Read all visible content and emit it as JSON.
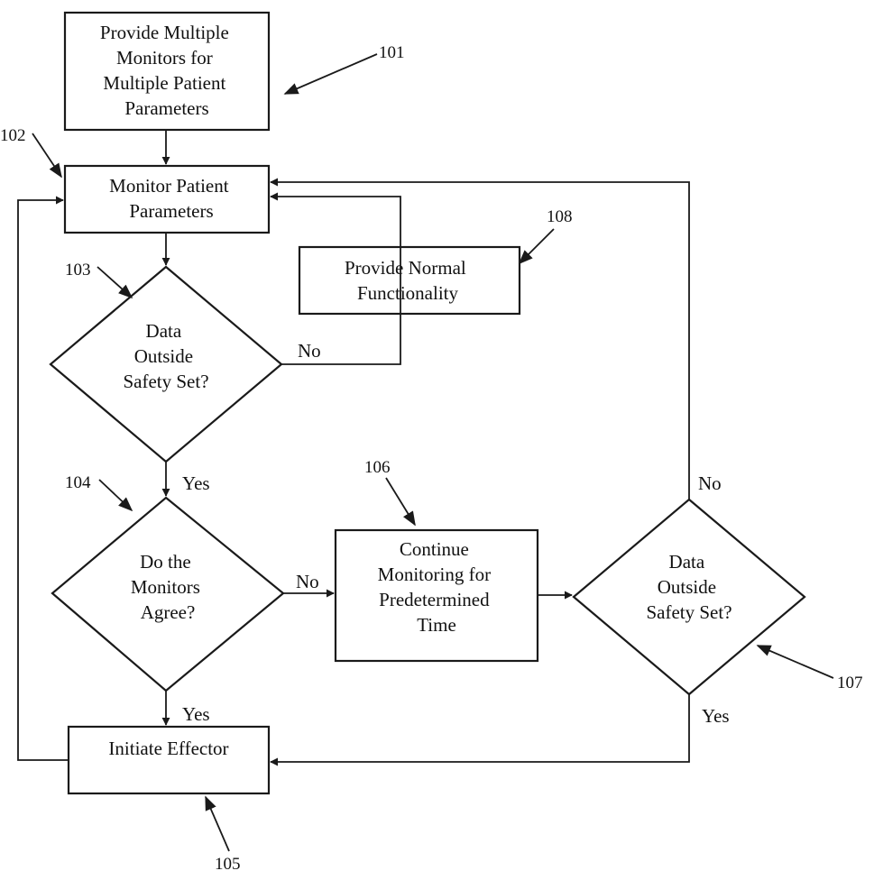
{
  "nodes": {
    "n101": {
      "ref": "101",
      "lines": [
        "Provide Multiple",
        "Monitors for",
        "Multiple Patient",
        "Parameters"
      ]
    },
    "n102": {
      "ref": "102",
      "lines": [
        "Monitor Patient",
        "Parameters"
      ]
    },
    "n103": {
      "ref": "103",
      "lines": [
        "Data",
        "Outside",
        "Safety Set?"
      ]
    },
    "n104": {
      "ref": "104",
      "lines": [
        "Do the",
        "Monitors",
        "Agree?"
      ]
    },
    "n105": {
      "ref": "105",
      "lines": [
        "Initiate Effector"
      ]
    },
    "n106": {
      "ref": "106",
      "lines": [
        "Continue",
        "Monitoring for",
        "Predetermined",
        "Time"
      ]
    },
    "n107": {
      "ref": "107",
      "lines": [
        "Data",
        "Outside",
        "Safety Set?"
      ]
    },
    "n108": {
      "ref": "108",
      "lines": [
        "Provide Normal",
        "Functionality"
      ]
    }
  },
  "edges": {
    "e103_no": "No",
    "e103_yes": "Yes",
    "e104_no": "No",
    "e104_yes": "Yes",
    "e107_no": "No",
    "e107_yes": "Yes"
  }
}
